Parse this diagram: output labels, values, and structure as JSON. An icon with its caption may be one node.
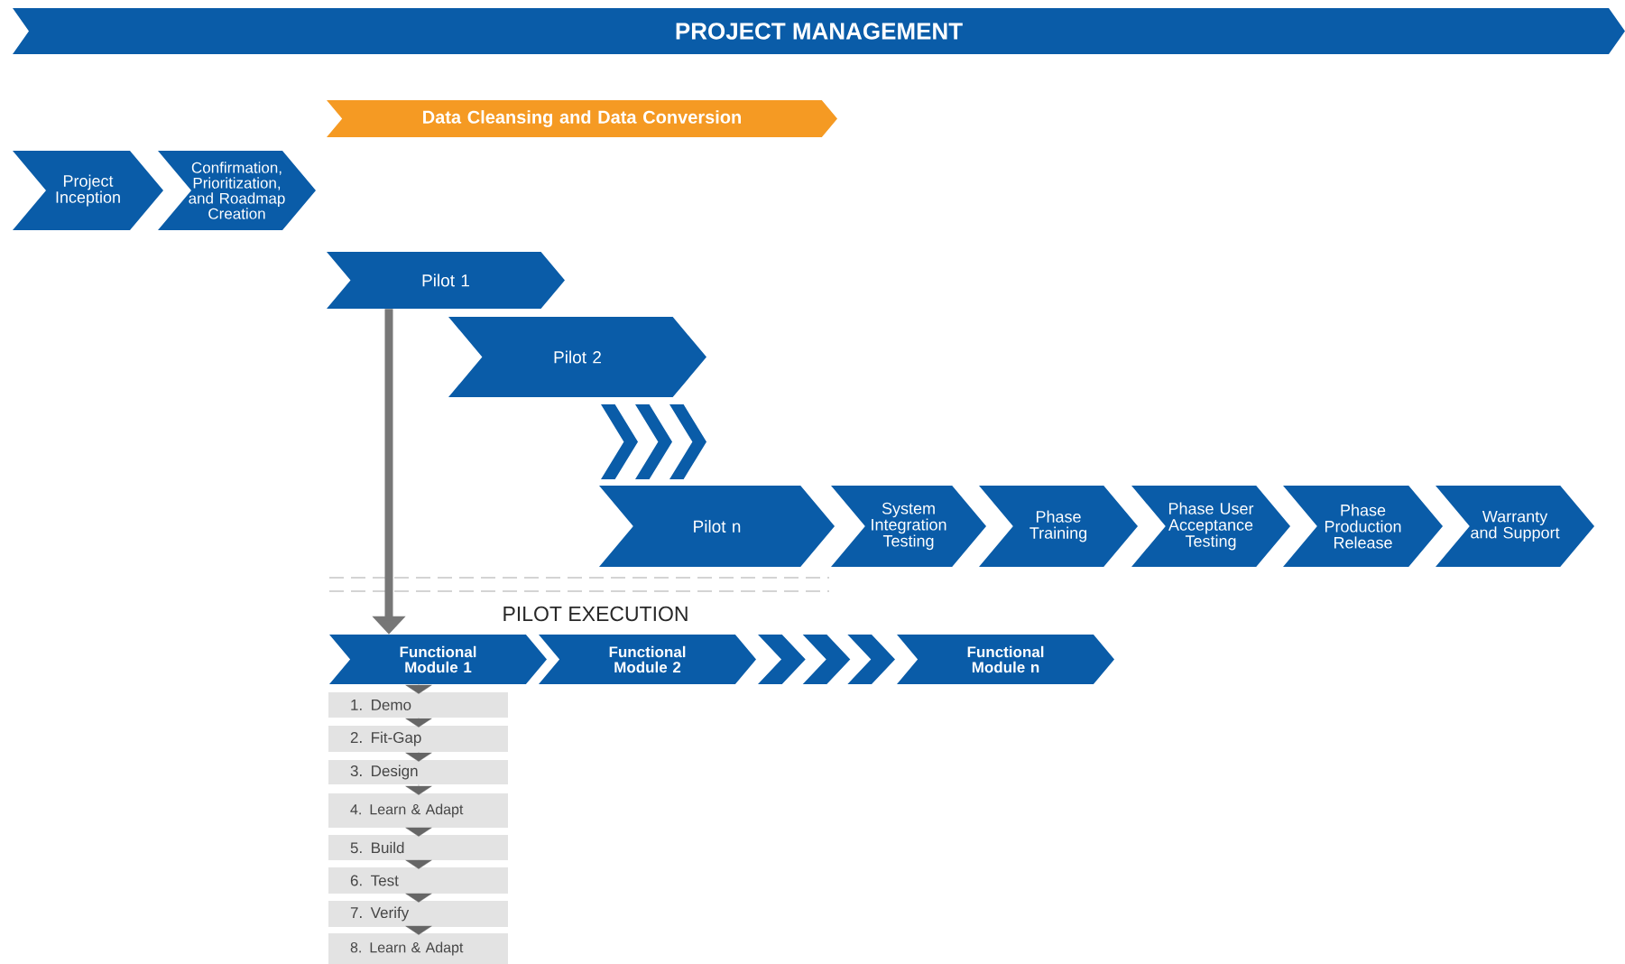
{
  "diagram": {
    "nodes": [
      {
        "text": [
          "PROJECT MANAGEMENT"
        ]
      },
      {
        "text": [
          "Data Cleansing and Data Conversion"
        ]
      },
      {
        "text": [
          "Project Inception"
        ]
      },
      {
        "text": [
          "Confirmation, Prioritization, and Roadmap Creation"
        ]
      },
      {
        "text": [
          "Pilot 1"
        ]
      },
      {
        "text": [
          "Pilot 2"
        ]
      },
      {
        "text": [
          "Pilot n"
        ]
      },
      {
        "text": [
          "System Integration Testing"
        ]
      },
      {
        "text": [
          "Phase Training"
        ]
      },
      {
        "text": [
          "Phase User Acceptance Testing"
        ]
      },
      {
        "text": [
          "Phase Production Release"
        ]
      },
      {
        "text": [
          "Warranty and Support"
        ]
      },
      {
        "text": [
          "Functional Module 1"
        ]
      },
      {
        "text": [
          "Functional Module 2"
        ]
      },
      {
        "text": [
          "Functional Module n"
        ]
      },
      {
        "text": [
          "1. Demo"
        ]
      },
      {
        "text": [
          "2. Fit-Gap"
        ]
      },
      {
        "text": [
          "3. Design"
        ]
      },
      {
        "text": [
          "4. Learn & Adapt"
        ]
      },
      {
        "text": [
          "5. Build"
        ]
      },
      {
        "text": [
          "6. Test"
        ]
      },
      {
        "text": [
          "7. Verify"
        ]
      },
      {
        "text": [
          "8. Learn & Adapt"
        ]
      },
      {
        "text": [],
        "shape": "chevron"
      },
      {
        "text": [],
        "shape": "chevron"
      }
    ],
    "edges": [
      {
        "from": 4,
        "to": 12,
        "arrow": "to",
        "style": "thick",
        "color": "#777777"
      },
      {
        "from": 12,
        "to": 15,
        "arrow": "to"
      },
      {
        "from": 15,
        "to": 16,
        "arrow": "to"
      },
      {
        "from": 16,
        "to": 17,
        "arrow": "to"
      },
      {
        "from": 17,
        "to": 18,
        "arrow": "to"
      },
      {
        "from": 18,
        "to": 19,
        "arrow": "to"
      },
      {
        "from": 19,
        "to": 20,
        "arrow": "to"
      },
      {
        "from": 20,
        "to": 21,
        "arrow": "to"
      },
      {
        "from": 21,
        "to": 22,
        "arrow": "to"
      }
    ],
    "labels": [
      "PILOT EXECUTION"
    ]
  }
}
